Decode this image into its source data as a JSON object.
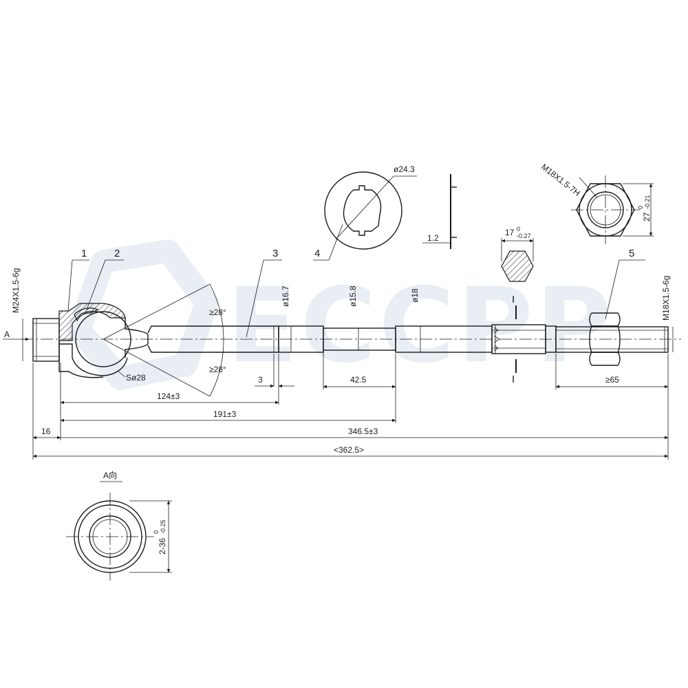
{
  "watermark": {
    "brand": "ECCPP",
    "color": "#e6ecf3"
  },
  "callouts": [
    "1",
    "2",
    "3",
    "4",
    "5"
  ],
  "labels": {
    "outer_thread": "M24X1.5-6g",
    "datum_a": "A",
    "inner_thread": "M18X1.5-6g",
    "nut_thread": "M18X1.5-7H",
    "angle_top": "≥28°",
    "angle_bottom": "≥28°",
    "ball": "Sø28",
    "dia_16_7": "ø16.7",
    "dia_15_8": "ø15.8",
    "dia_18": "ø18",
    "washer_dia": "ø24.3",
    "washer_thk": "1.2",
    "hex_flat": "17",
    "hex_flat_tol_u": "0",
    "hex_flat_tol_l": "-0.27",
    "nut_flat": "27",
    "nut_flat_tol_u": "0",
    "nut_flat_tol_l": "-0.21",
    "section_mark": "I",
    "view_a": "A向",
    "view_a_flat": "2-36",
    "view_a_tol_u": "0",
    "view_a_tol_l": "-0.25"
  },
  "dimensions": {
    "d3": "3",
    "d42_5": "42.5",
    "d65": "≥65",
    "d124": "124±3",
    "d191": "191±3",
    "d16": "16",
    "d346_5": "346.5±3",
    "d362_5": "<362.5>"
  }
}
